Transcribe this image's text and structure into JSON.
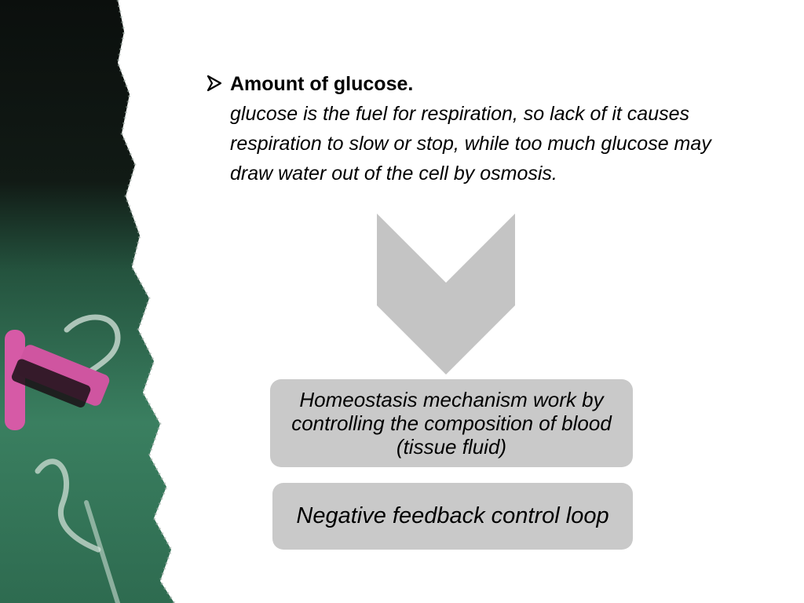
{
  "bullet": {
    "heading": "Amount of glucose.",
    "body": "glucose is the fuel for respiration, so lack of it causes respiration to slow or stop, while too much glucose may draw water out of the cell by osmosis."
  },
  "flow": {
    "box1": "Homeostasis mechanism work by controlling the composition of blood (tissue fluid)",
    "box2": "Negative feedback control loop"
  },
  "icons": {
    "bullet": "arrowhead-bullet-icon",
    "connector": "chevron-down-icon"
  },
  "colors": {
    "box_fill": "#c9c9c9",
    "arrow_fill": "#c4c4c4",
    "chalkboard_green": "#2f6e52",
    "chalk_pink": "#d65aa6"
  }
}
